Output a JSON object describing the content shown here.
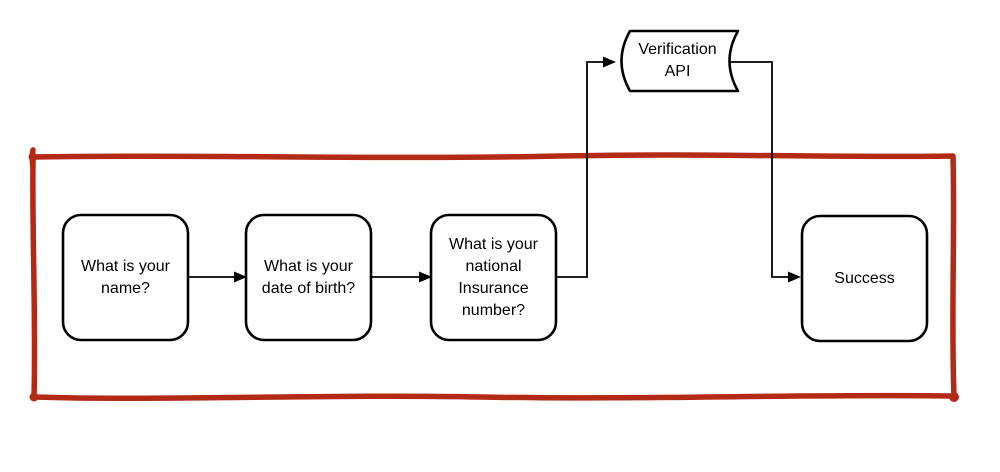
{
  "diagram": {
    "type": "flowchart",
    "nodes": [
      {
        "id": "q-name",
        "shape": "rounded-rectangle",
        "label": [
          "What is your",
          "name?"
        ]
      },
      {
        "id": "q-dob",
        "shape": "rounded-rectangle",
        "label": [
          "What is your",
          "date of birth?"
        ]
      },
      {
        "id": "q-nino",
        "shape": "rounded-rectangle",
        "label": [
          "What is your",
          "national",
          "Insurance",
          "number?"
        ]
      },
      {
        "id": "verification-api",
        "shape": "stored-data",
        "label": [
          "Verification",
          "API"
        ]
      },
      {
        "id": "success",
        "shape": "rounded-rectangle",
        "label": [
          "Success"
        ]
      }
    ],
    "edges": [
      {
        "from": "q-name",
        "to": "q-dob"
      },
      {
        "from": "q-dob",
        "to": "q-nino"
      },
      {
        "from": "q-nino",
        "to": "verification-api"
      },
      {
        "from": "verification-api",
        "to": "success"
      }
    ],
    "colors": {
      "sketch_border": "#b22a16",
      "node_stroke": "#000000",
      "node_fill": "#ffffff",
      "connector": "#000000"
    }
  }
}
